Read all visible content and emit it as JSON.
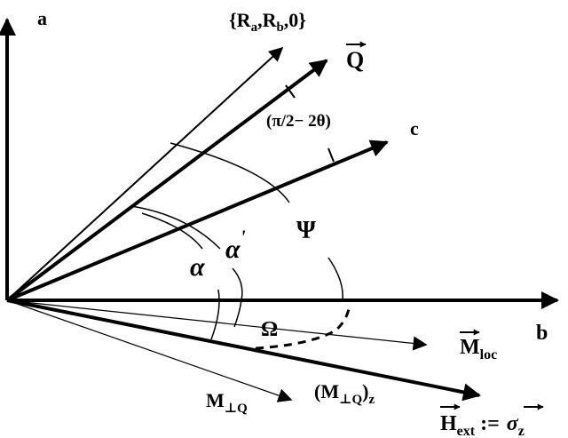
{
  "labels": {
    "axis_a": "a",
    "axis_b": "b",
    "axis_c": "c",
    "vec_R_open": "{R",
    "vec_R_sub_a": "a",
    "vec_R_mid": ",R",
    "vec_R_sub_b": "b",
    "vec_R_close": ",0}",
    "vec_Q": "Q",
    "angle_tilt": "(π/2− 2θ)",
    "angle_psi": "Ψ",
    "angle_alpha": "α",
    "angle_alpha_prime": "α",
    "prime_mark": "'",
    "angle_omega": "Ω",
    "vec_M_loc_main": "M",
    "vec_M_loc_sub": "loc",
    "vec_M_perp_main": "M",
    "vec_M_perp_sub": "⊥Q",
    "vec_M_perp_z_open": "(M",
    "vec_M_perp_z_sub": "⊥Q",
    "vec_M_perp_z_close": ")",
    "vec_M_perp_z_sub2": "z",
    "vec_H_main": "H",
    "vec_H_sub": "ext",
    "vec_H_assign": ":=",
    "vec_sigma": "σ",
    "vec_sigma_sub": "z"
  },
  "colors": {
    "ink": "#000000",
    "background": "#ffffff"
  }
}
